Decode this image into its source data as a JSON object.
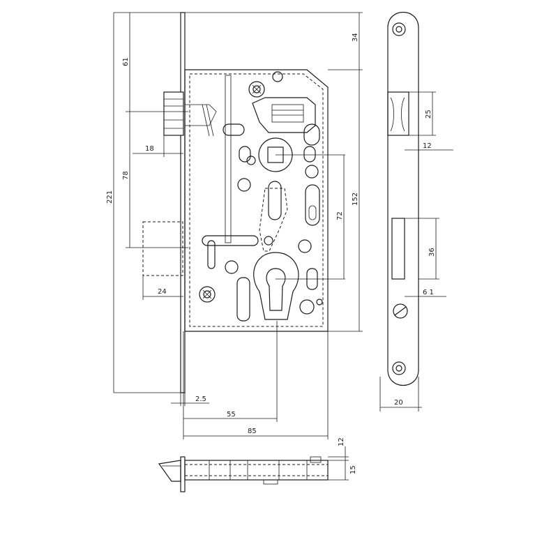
{
  "dimensions": {
    "d_34": "34",
    "d_61": "61",
    "d_221": "221",
    "d_78": "78",
    "d_18": "18",
    "d_24": "24",
    "d_72": "72",
    "d_152": "152",
    "d_2_5": "2.5",
    "d_55": "55",
    "d_85": "85",
    "d_25": "25",
    "d_12_right": "12",
    "d_36": "36",
    "d_6_1": "6 1",
    "d_20": "20",
    "d_12_bottom": "12",
    "d_15": "15"
  }
}
